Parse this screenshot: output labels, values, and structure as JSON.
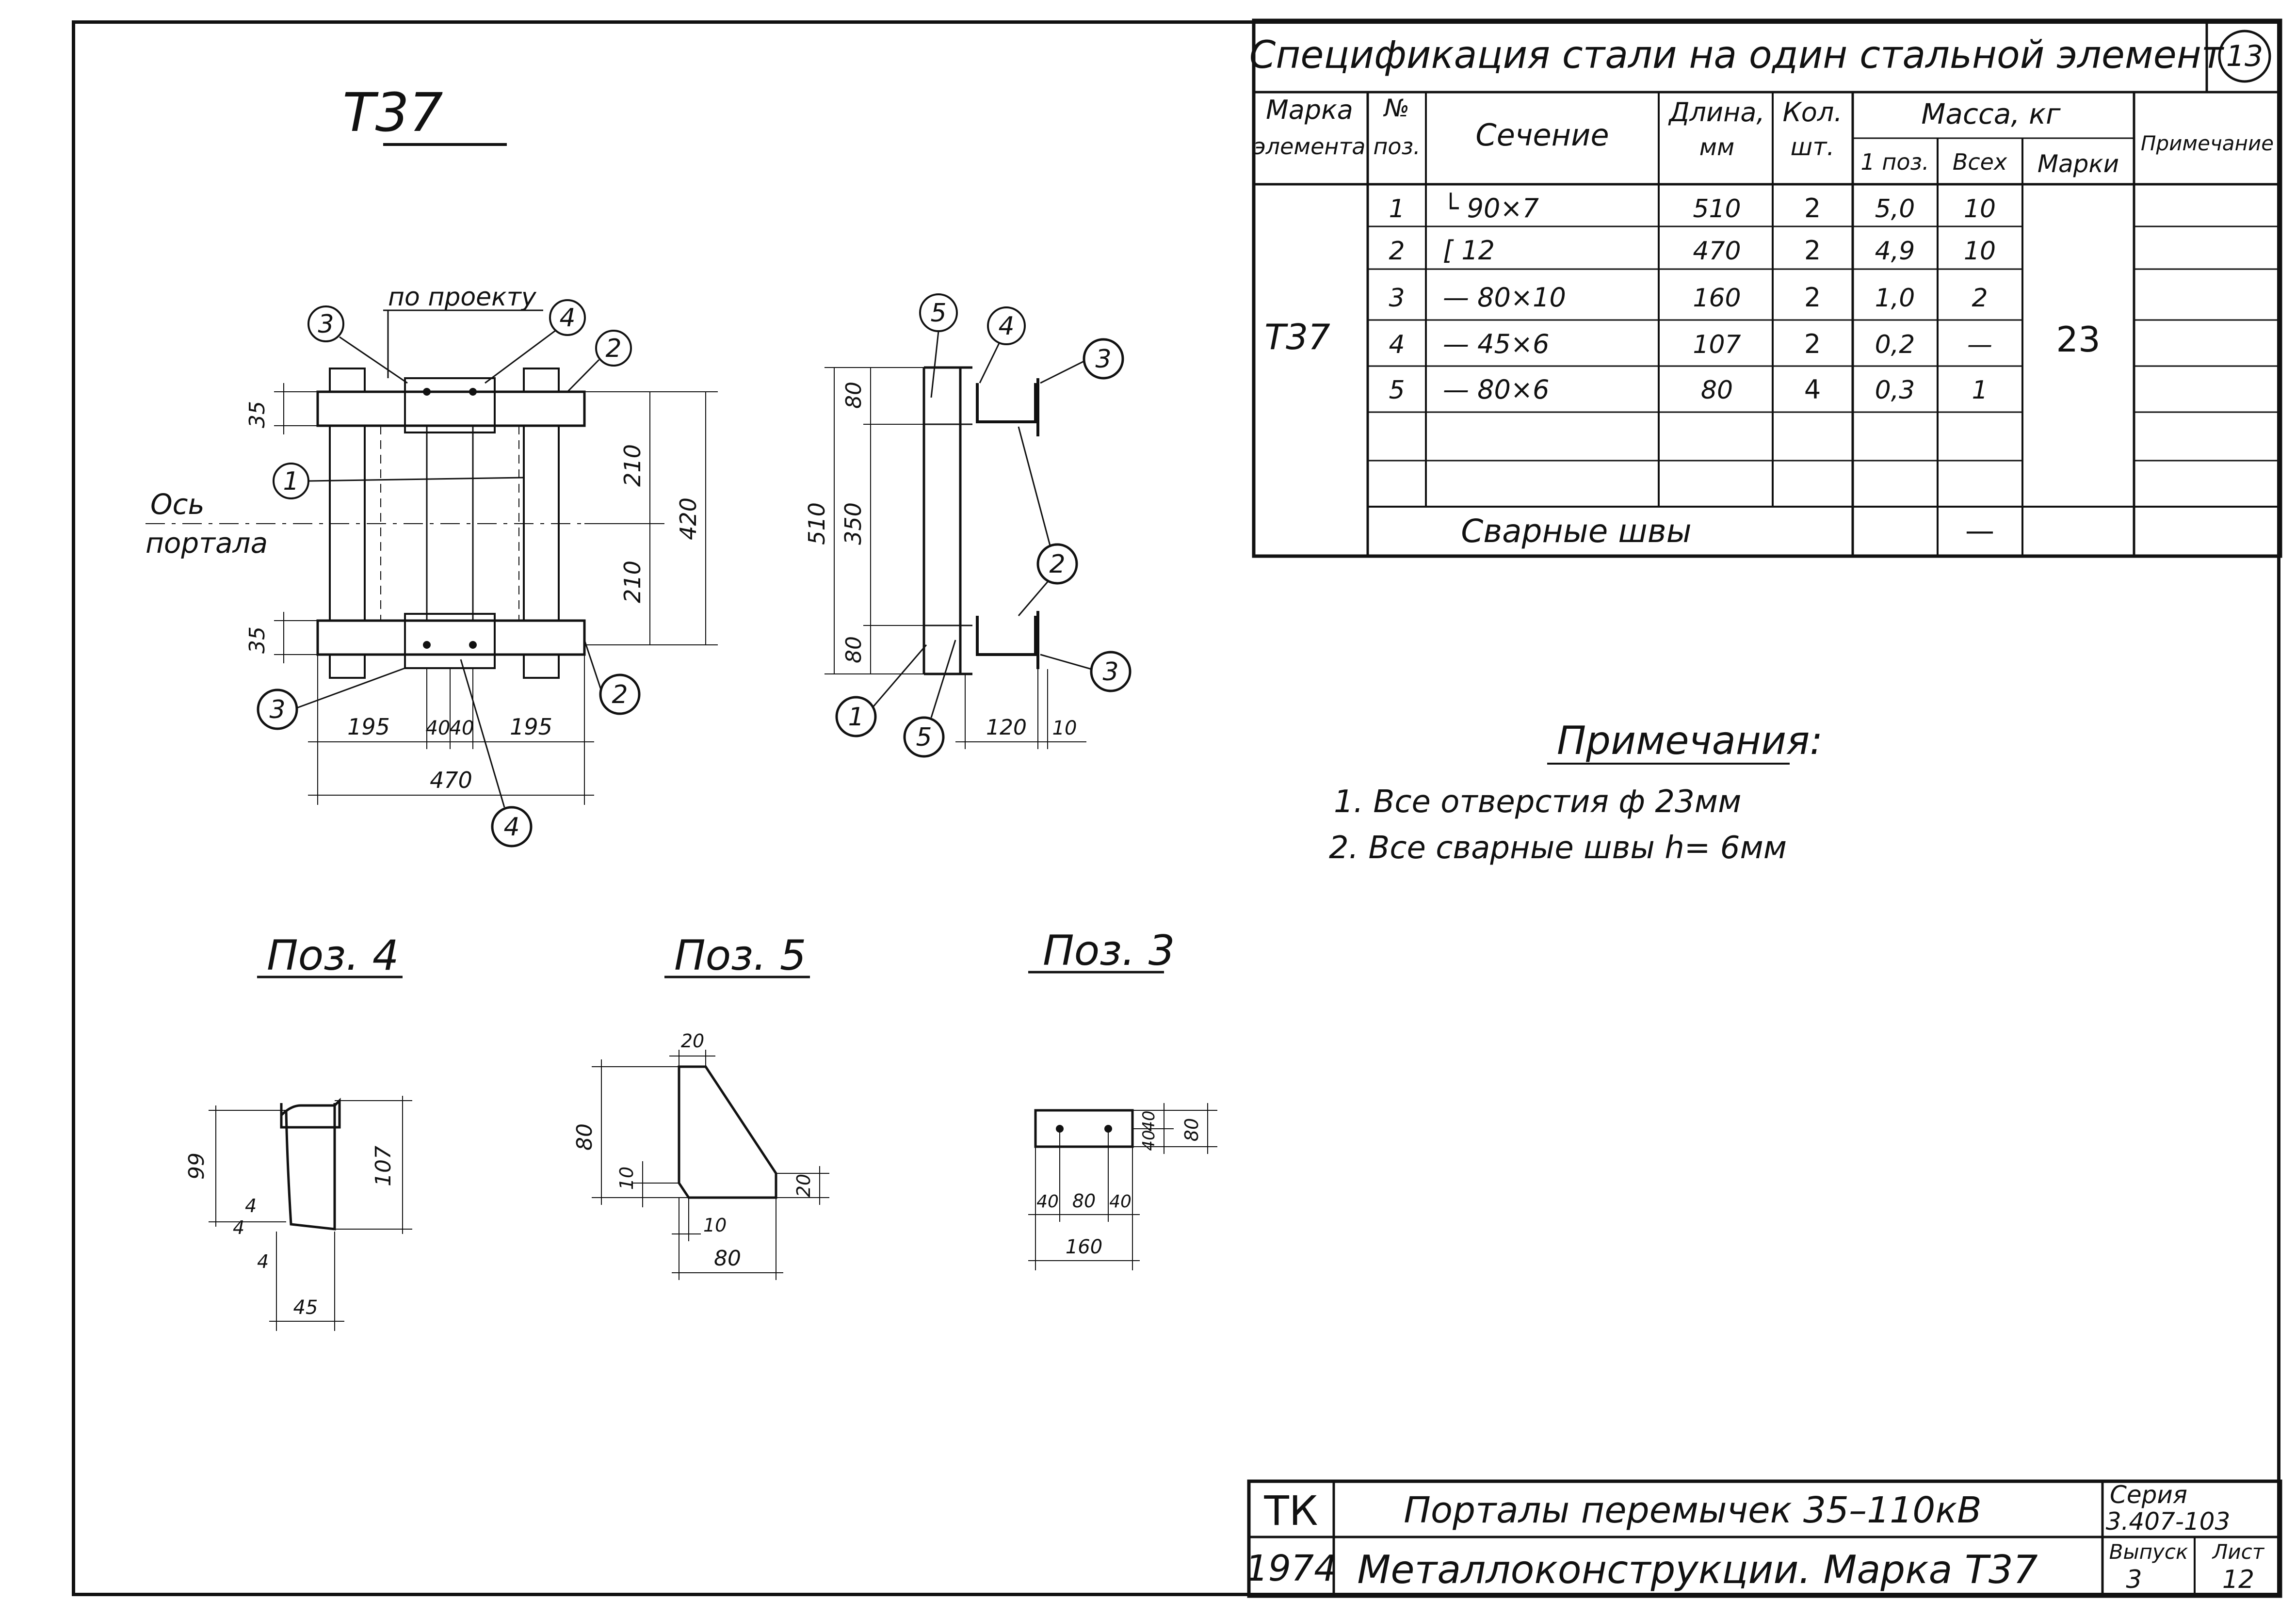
{
  "sheet_number": "13",
  "drawing": {
    "main_title": "Т37",
    "label_po_proektu": "по проекту",
    "axis_label_line1": "Ось",
    "axis_label_line2": "портала",
    "dims_plan": {
      "d35_top": "35",
      "d35_bot": "35",
      "d210a": "210",
      "d210b": "210",
      "d420": "420",
      "d195a": "195",
      "d40a": "40",
      "d40b": "40",
      "d195b": "195",
      "d470": "470"
    },
    "dims_side": {
      "d80a": "80",
      "d350": "350",
      "d80b": "80",
      "d510": "510",
      "d120": "120",
      "d10": "10"
    },
    "callouts": [
      "1",
      "2",
      "3",
      "4",
      "5"
    ]
  },
  "details": {
    "poz4": {
      "title": "Поз. 4",
      "d99": "99",
      "d107": "107",
      "d4a": "4",
      "d4b": "4",
      "d4c": "4",
      "d45": "45"
    },
    "poz5": {
      "title": "Поз. 5",
      "d20a": "20",
      "d80v": "80",
      "d10v": "10",
      "d20b": "20",
      "d10h": "10",
      "d80h": "80"
    },
    "poz3": {
      "title": "Поз. 3",
      "d40a": "40",
      "d40b": "40",
      "d80v": "80",
      "d40c": "40",
      "d80h": "80",
      "d40d": "40",
      "d160": "160"
    }
  },
  "spec": {
    "title": "Спецификация стали на один стальной элемент",
    "headers": {
      "marka_line1": "Марка",
      "marka_line2": "элемента",
      "pos_line1": "№",
      "pos_line2": "поз.",
      "section": "Сечение",
      "length_line1": "Длина,",
      "length_line2": "мм",
      "qty_line1": "Кол.",
      "qty_line2": "шт.",
      "mass": "Масса, кг",
      "mass_one": "1 поз.",
      "mass_all": "Всех",
      "mass_mark": "Марки",
      "note": "Примечание"
    },
    "element_mark": "Т37",
    "mark_mass": "23",
    "rows": [
      {
        "pos": "1",
        "section": "└ 90×7",
        "length": "510",
        "qty": "2",
        "m1": "5,0",
        "mall": "10"
      },
      {
        "pos": "2",
        "section": "[ 12",
        "length": "470",
        "qty": "2",
        "m1": "4,9",
        "mall": "10"
      },
      {
        "pos": "3",
        "section": "— 80×10",
        "length": "160",
        "qty": "2",
        "m1": "1,0",
        "mall": "2"
      },
      {
        "pos": "4",
        "section": "— 45×6",
        "length": "107",
        "qty": "2",
        "m1": "0,2",
        "mall": "—"
      },
      {
        "pos": "5",
        "section": "— 80×6",
        "length": "80",
        "qty": "4",
        "m1": "0,3",
        "mall": "1"
      }
    ],
    "welds_label": "Сварные швы",
    "welds_value": "—"
  },
  "notes": {
    "title": "Примечания:",
    "items": [
      "1. Все отверстия ф 23мм",
      "2. Все сварные швы h= 6мм"
    ]
  },
  "title_block": {
    "org": "ТК",
    "year": "1974",
    "line1": "Порталы перемычек 35–110кВ",
    "line2": "Металлоконструкции. Марка Т37",
    "series_label": "Серия",
    "series_value": "3.407-103",
    "issue_label": "Выпуск",
    "issue_value": "3",
    "sheet_label": "Лист",
    "sheet_value": "12"
  }
}
